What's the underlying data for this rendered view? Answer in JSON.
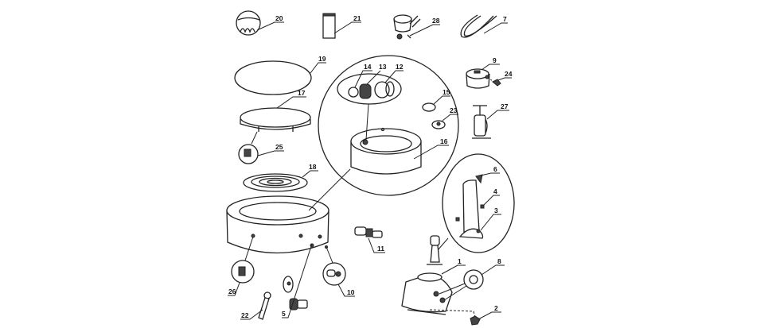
{
  "diagram": {
    "title": "Exploded parts diagram",
    "part_labels": {
      "p1": "1",
      "p2": "2",
      "p3": "3",
      "p4": "4",
      "p5": "5",
      "p6": "6",
      "p7": "7",
      "p8": "8",
      "p9": "9",
      "p10": "10",
      "p11": "11",
      "p12": "12",
      "p13": "13",
      "p14": "14",
      "p15": "15",
      "p16": "16",
      "p17": "17",
      "p18": "18",
      "p19": "19",
      "p20": "20",
      "p21": "21",
      "p22": "22",
      "p23": "23",
      "p24": "24",
      "p25": "25",
      "p26": "26",
      "p27": "27",
      "p28": "28"
    }
  }
}
